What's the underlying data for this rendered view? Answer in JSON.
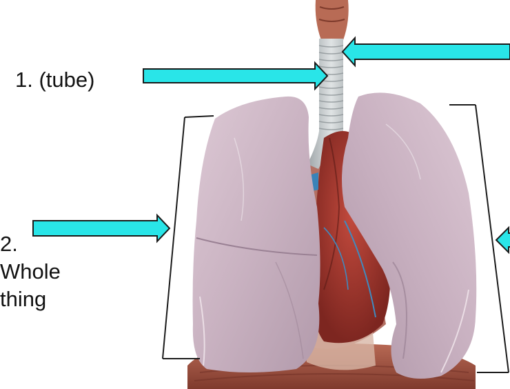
{
  "labels": {
    "label_1": "1. (tube)",
    "label_2_line1": "2.",
    "label_2_line2": "Whole",
    "label_2_line3": "thing"
  },
  "colors": {
    "arrow_fill": "#29e5e8",
    "arrow_stroke": "#1a1a1a",
    "lung": "#cdb6c4",
    "lung_shadow": "#a48aa0",
    "trachea": "#c3c9cb",
    "heart": "#a8342c",
    "diaphragm": "#9a4b3c",
    "bracket": "#1a1a1a"
  },
  "illustration": {
    "subject": "human lungs, trachea and heart anatomy",
    "arrows": [
      "right-pointing arrow to trachea",
      "left-pointing arrow to trachea",
      "right-pointing arrow to left lung",
      "left-pointing arrow to right lung (cut off)"
    ],
    "brackets": [
      "left lung bracket",
      "right lung bracket"
    ]
  }
}
